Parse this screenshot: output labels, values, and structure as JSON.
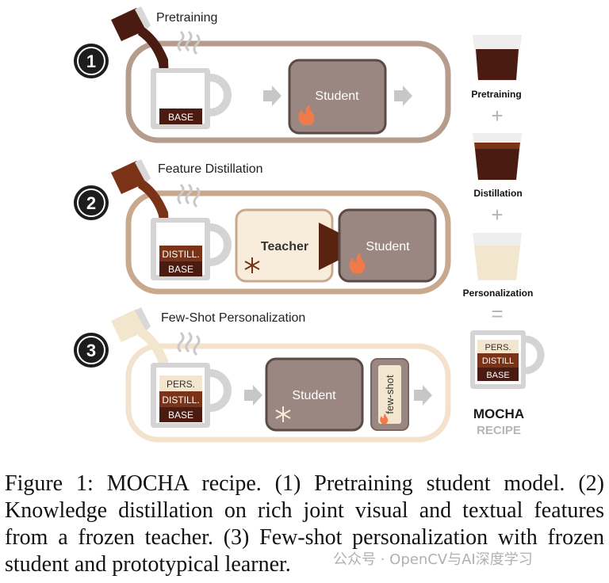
{
  "stages": [
    {
      "number": "1",
      "title": "Pretraining",
      "mug_layers": [
        "BASE"
      ],
      "student_label": "Student"
    },
    {
      "number": "2",
      "title": "Feature Distillation",
      "mug_layers": [
        "DISTILL.",
        "BASE"
      ],
      "teacher_label": "Teacher",
      "student_label": "Student"
    },
    {
      "number": "3",
      "title": "Few-Shot Personalization",
      "mug_layers": [
        "PERS.",
        "DISTILL.",
        "BASE"
      ],
      "student_label": "Student",
      "fewshot_label": "few-shot"
    }
  ],
  "recipe": {
    "items": [
      "Pretraining",
      "Distillation",
      "Personalization"
    ],
    "plus": "+",
    "equals": "=",
    "mug_layers": [
      "PERS.",
      "DISTILL",
      "BASE"
    ],
    "logo": "MOCHA",
    "subtitle": "RECIPE"
  },
  "caption": "Figure 1: MOCHA recipe. (1) Pretraining student model. (2) Knowledge distillation on rich joint visual and textual features from a frozen teacher. (3) Few-shot personalization with frozen student and prototypical learner.",
  "watermark": "公众号 · OpenCV与AI深度学习",
  "colors": {
    "base": "#4a1b10",
    "distill": "#7b3317",
    "pers": "#f3e6ce",
    "student_box": "#9a8781",
    "teacher_box": "#f8eddb",
    "stage1_frame": "#b59c8d",
    "stage2_frame": "#c9a98e",
    "stage3_frame": "#f3e3cc",
    "mug_gray": "#d4d4d4"
  }
}
